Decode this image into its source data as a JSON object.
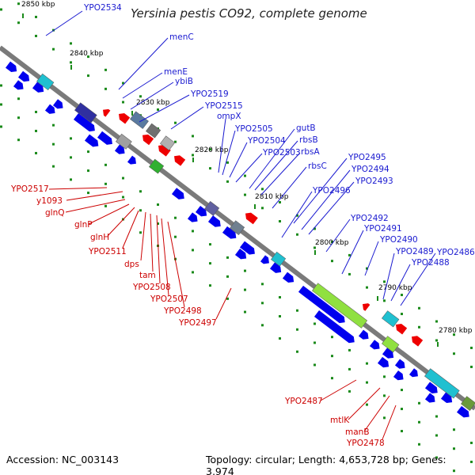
{
  "title": "Yersinia pestis CO92, complete genome",
  "footer": {
    "accession": "Accession: NC_003143",
    "summary": "Topology: circular; Length: 4,653,728 bp; Genes: 3,974"
  },
  "ticks": [
    "2850 kbp",
    "2840 kbp",
    "2830 kbp",
    "2820 kbp",
    "2810 kbp",
    "2800 kbp",
    "2790 kbp",
    "2780 kbp"
  ],
  "forward_genes": [
    "YPO2534",
    "menC",
    "menE",
    "ybiB",
    "YPO2519",
    "YPO2515",
    "ompX",
    "YPO2505",
    "YPO2504",
    "YPO2503",
    "gutB",
    "rbsB",
    "rbsA",
    "rbsC",
    "YPO2496",
    "YPO2495",
    "YPO2494",
    "YPO2493",
    "YPO2492",
    "YPO2491",
    "YPO2490",
    "YPO2489",
    "YPO2488",
    "YPO2486"
  ],
  "reverse_genes": [
    "YPO2517",
    "y1093",
    "glnQ",
    "glnP",
    "glnH",
    "YPO2511",
    "dps",
    "tam",
    "YPO2508",
    "YPO2507",
    "YPO2498",
    "YPO2497",
    "YPO2487",
    "mtlK",
    "manB",
    "YPO2478"
  ],
  "colors": {
    "backbone": "#7a7a7a",
    "forward_label": "#1a1ad0",
    "reverse_label": "#cc0000",
    "forward_gene": "#0000ee",
    "reverse_gene": "#ee0000",
    "rna_cyan": "#20c0d0",
    "highlight_green": "#90e040",
    "grey_box": "#a0a0a0",
    "dots": "#1a8a1a"
  }
}
